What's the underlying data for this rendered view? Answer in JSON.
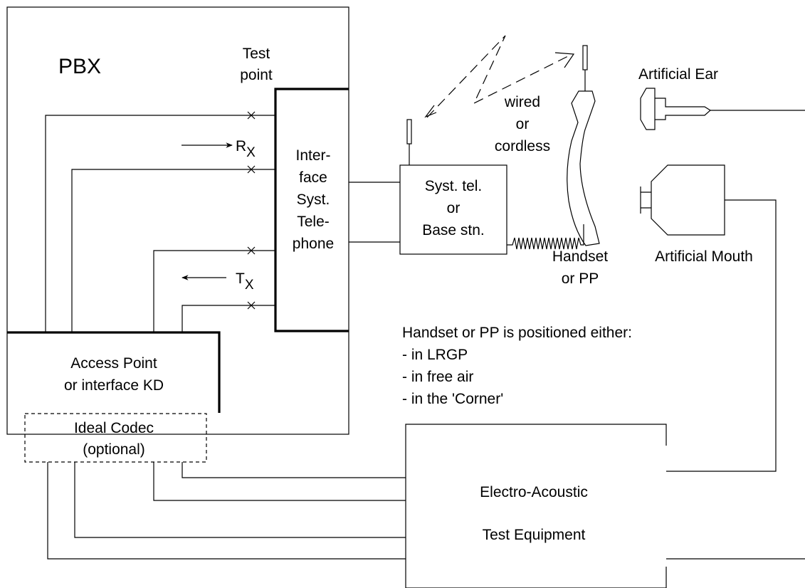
{
  "labels": {
    "pbx": "PBX",
    "test_point_1": "Test",
    "test_point_2": "point",
    "rx_main": "R",
    "rx_sub": "X",
    "tx_main": "T",
    "tx_sub": "X",
    "interface": [
      "Inter-",
      "face",
      "Syst.",
      "Tele-",
      "phone"
    ],
    "access_point": [
      "Access Point",
      "or interface KD"
    ],
    "ideal_codec": [
      "Ideal Codec",
      "(optional)"
    ],
    "syst_tel": [
      "Syst. tel.",
      "or",
      "Base stn."
    ],
    "wired": [
      "wired",
      "or",
      "cordless"
    ],
    "handset": [
      "Handset",
      "or PP"
    ],
    "artificial_ear": "Artificial Ear",
    "artificial_mouth": "Artificial Mouth",
    "position_note": [
      "Handset or PP is positioned either:",
      "- in LRGP",
      "- in free air",
      "- in the 'Corner'"
    ],
    "test_equipment": [
      "Electro-Acoustic",
      "Test Equipment"
    ]
  }
}
